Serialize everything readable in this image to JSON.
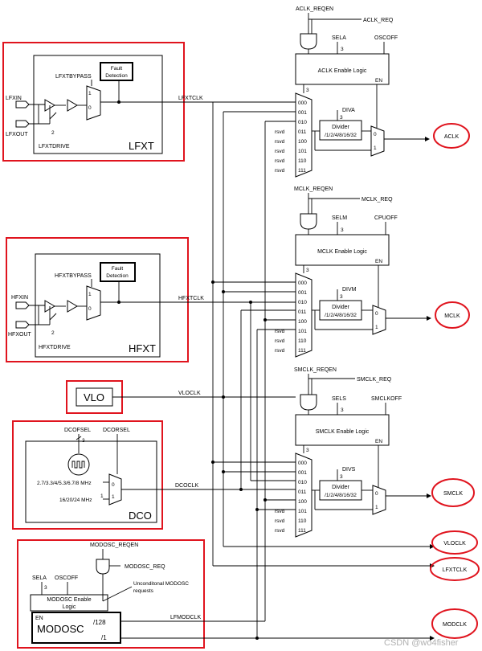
{
  "lfxt": {
    "block": "LFXT",
    "bypass": "LFXTBYPASS",
    "fault": [
      "Fault",
      "Detection"
    ],
    "in": "LFXIN",
    "out": "LFXOUT",
    "drive": "LFXTDRIVE",
    "drive_bits": "2",
    "mux_in": [
      "1",
      "0"
    ],
    "clk": "LFXTCLK"
  },
  "hfxt": {
    "block": "HFXT",
    "bypass": "HFXTBYPASS",
    "fault": [
      "Fault",
      "Detection"
    ],
    "in": "HFXIN",
    "out": "HFXOUT",
    "drive": "HFXTDRIVE",
    "drive_bits": "2",
    "mux_in": [
      "1",
      "0"
    ],
    "clk": "HFXTCLK"
  },
  "vlo": {
    "block": "VLO",
    "clk": "VLOCLK"
  },
  "dco": {
    "block": "DCO",
    "fsel": "DCOFSEL",
    "rsel": "DCORSEL",
    "fsel_bits": "3",
    "freq0": "2.7/3.3/4/5.3/6.7/8 MHz",
    "freq1": "16/20/24 MHz",
    "freq1_sup": "1",
    "mux_in": [
      "0",
      "1"
    ],
    "clk": "DCOCLK"
  },
  "modosc": {
    "block": "MODOSC",
    "reqen": "MODOSC_REQEN",
    "req": "MODOSC_REQ",
    "sela": "SELA",
    "oscoff": "OSCOFF",
    "sela_bits": "3",
    "enable_logic": [
      "MODOSC Enable",
      "Logic"
    ],
    "uncond": [
      "Unconditonal MODOSC",
      "requests"
    ],
    "en": "EN",
    "div128": "/128",
    "div1": "/1",
    "lfmodclk": "LFMODCLK"
  },
  "aclk_path": {
    "reqen": "ACLK_REQEN",
    "req": "ACLK_REQ",
    "sel": "SELA",
    "sel_bits": "3",
    "off": "OSCOFF",
    "logic": "ACLK Enable Logic",
    "en": "EN",
    "mux_bits": "3",
    "inputs": [
      "000",
      "001",
      "010",
      "011",
      "100",
      "101",
      "110",
      "111"
    ],
    "rsvd": [
      "rsvd",
      "rsvd",
      "rsvd",
      "rsvd",
      "rsvd"
    ],
    "div_sel": "DIVA",
    "div_bits": "3",
    "divider": [
      "Divider",
      "/1/2/4/8/16/32"
    ],
    "outmux": [
      "0",
      "1"
    ],
    "out": "ACLK"
  },
  "mclk_path": {
    "reqen": "MCLK_REQEN",
    "req": "MCLK_REQ",
    "sel": "SELM",
    "sel_bits": "3",
    "off": "CPUOFF",
    "logic": "MCLK Enable Logic",
    "en": "EN",
    "mux_bits": "3",
    "inputs": [
      "000",
      "001",
      "010",
      "011",
      "100",
      "101",
      "110",
      "111"
    ],
    "rsvd": [
      "rsvd",
      "rsvd",
      "rsvd"
    ],
    "div_sel": "DIVM",
    "div_bits": "3",
    "divider": [
      "Divider",
      "/1/2/4/8/16/32"
    ],
    "outmux": [
      "0",
      "1"
    ],
    "out": "MCLK"
  },
  "smclk_path": {
    "reqen": "SMCLK_REQEN",
    "req": "SMCLK_REQ",
    "sel": "SELS",
    "sel_bits": "3",
    "off": "SMCLKOFF",
    "logic": "SMCLK Enable Logic",
    "en": "EN",
    "mux_bits": "3",
    "inputs": [
      "000",
      "001",
      "010",
      "011",
      "100",
      "101",
      "110",
      "111"
    ],
    "rsvd": [
      "rsvd",
      "rsvd",
      "rsvd"
    ],
    "div_sel": "DIVS",
    "div_bits": "3",
    "divider": [
      "Divider",
      "/1/2/4/8/16/32"
    ],
    "outmux": [
      "0",
      "1"
    ],
    "out": "SMCLK"
  },
  "outputs": {
    "vloclk": "VLOCLK",
    "lfxtclk": "LFXTCLK",
    "modclk": "MODCLK"
  },
  "watermark": "CSDN @wo4fisher",
  "colors": {
    "highlight": "#e0141e",
    "line": "#000000"
  }
}
